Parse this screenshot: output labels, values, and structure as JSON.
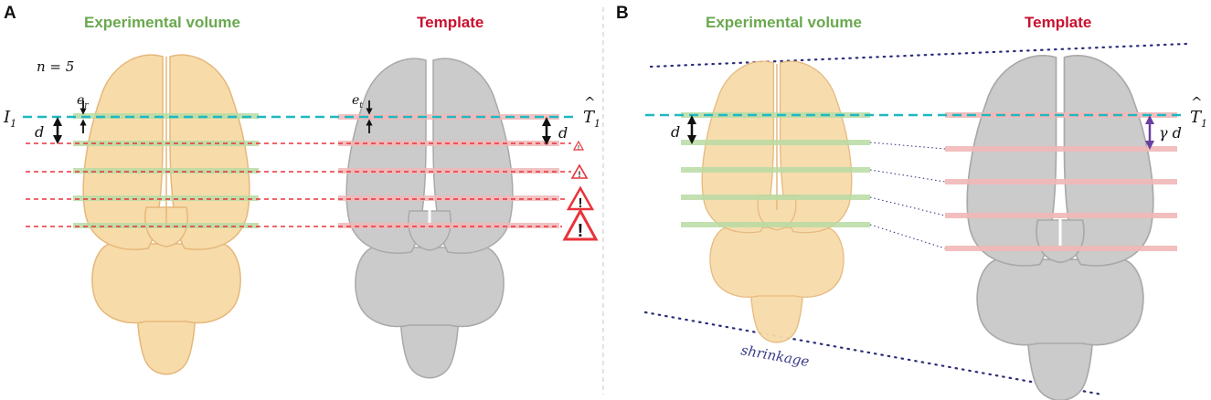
{
  "panel_a": {
    "letter": "A",
    "left_title": "Experimental volume",
    "right_title": "Template",
    "n_label": "n = 5",
    "i_label": "I",
    "i_sub": "1",
    "t_label": "T",
    "t_sub": "1",
    "t_hat": "^",
    "d_label": "d",
    "d_label_right": "d",
    "er_label": "e",
    "er_sub": "r",
    "et_label": "e",
    "et_sub": "t",
    "warning_mark": "!"
  },
  "panel_b": {
    "letter": "B",
    "left_title": "Experimental volume",
    "right_title": "Template",
    "t_label": "T",
    "t_sub": "1",
    "t_hat": "^",
    "d_label": "d",
    "gamma_d_label": "γ d",
    "shrinkage_label": "shrinkage"
  },
  "colors": {
    "green": "#6aa84f",
    "red": "#c8102e",
    "teal": "#1fb8c0",
    "dashed_red": "#e8333a",
    "experimental_brain": "#f7dcaa",
    "template_brain": "#c9c9c9",
    "green_band": "#b9dba4",
    "pink_band": "#f2b8b8",
    "purple_arrow": "#6a3fa0",
    "navy_dots": "#2c2c7a"
  }
}
